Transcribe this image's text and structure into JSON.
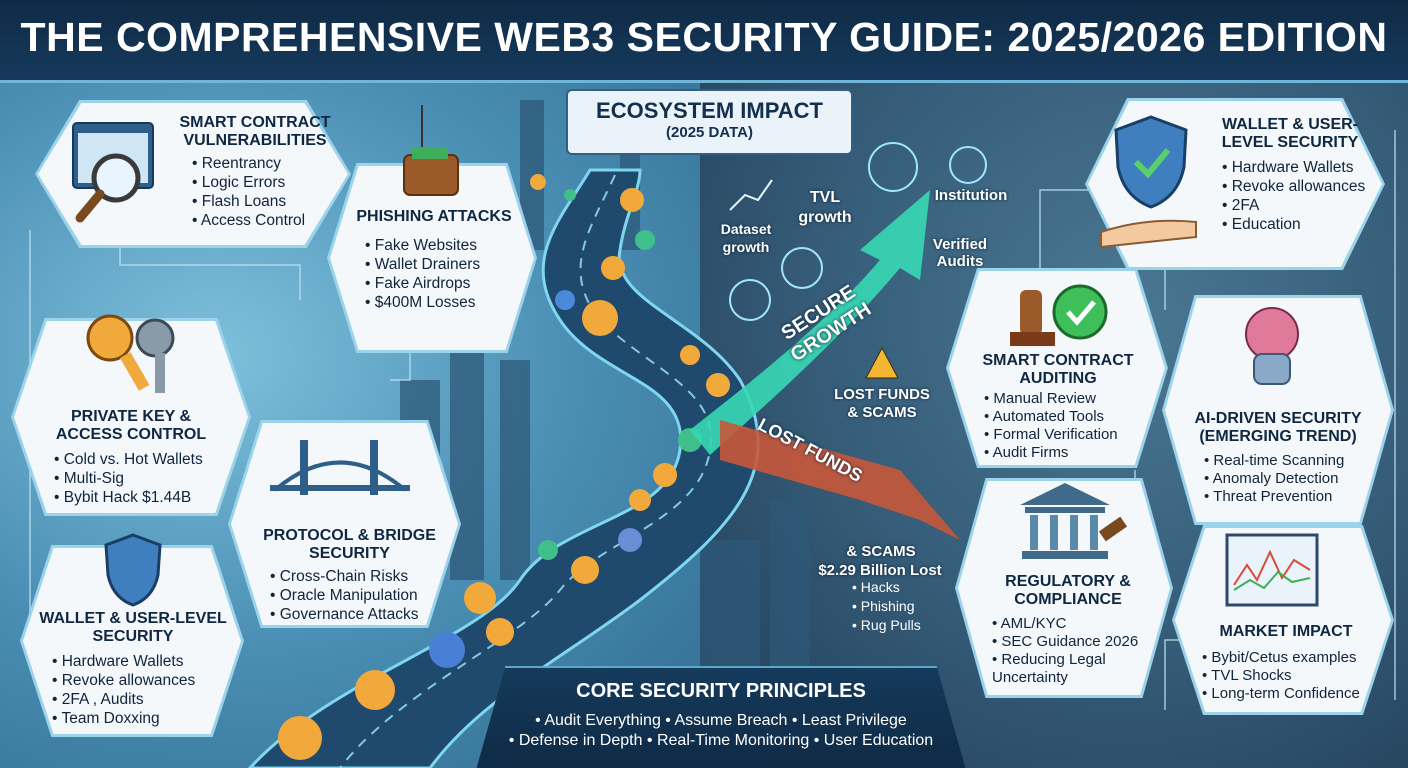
{
  "header": {
    "title": "THE COMPREHENSIVE WEB3 SECURITY GUIDE: 2025/2026 EDITION"
  },
  "cards": {
    "smart_contract_vuln": {
      "title": "SMART CONTRACT VULNERABILITIES",
      "items": [
        "Reentrancy",
        "Logic Errors",
        "Flash Loans",
        "Access Control"
      ]
    },
    "phishing": {
      "title": "PHISHING ATTACKS",
      "items": [
        "Fake Websites",
        "Wallet Drainers",
        "Fake Airdrops",
        "$400M Losses"
      ]
    },
    "private_key": {
      "title": "PRIVATE KEY & ACCESS CONTROL",
      "items": [
        "Cold vs. Hot Wallets",
        "Multi-Sig",
        "Bybit Hack $1.44B"
      ]
    },
    "protocol_bridge": {
      "title": "PROTOCOL & BRIDGE SECURITY",
      "items": [
        "Cross-Chain Risks",
        "Oracle Manipulation",
        "Governance Attacks"
      ]
    },
    "wallet_left": {
      "title": "WALLET & USER-LEVEL SECURITY",
      "items": [
        "Hardware Wallets",
        "Revoke allowances",
        "2FA , Audits",
        "Team Doxxing"
      ]
    },
    "wallet_right": {
      "title": "WALLET & USER-LEVEL SECURITY",
      "items": [
        "Hardware Wallets",
        "Revoke allowances",
        "2FA",
        "Education"
      ]
    },
    "auditing": {
      "title": "SMART CONTRACT AUDITING",
      "items": [
        "Manual Review",
        "Automated Tools",
        "Formal Verification",
        "Audit Firms"
      ]
    },
    "ai_security": {
      "title": "AI-DRIVEN SECURITY (EMERGING TREND)",
      "items": [
        "Real-time Scanning",
        "Anomaly Detection",
        "Threat Prevention"
      ]
    },
    "regulatory": {
      "title": "REGULATORY & COMPLIANCE",
      "items": [
        "AML/KYC",
        "SEC Guidance 2026",
        "Reducing Legal Uncertainty"
      ]
    },
    "market": {
      "title": "MARKET IMPACT",
      "items": [
        "Bybit/Cetus examples",
        "TVL Shocks",
        "Long-term Confidence"
      ]
    }
  },
  "impact": {
    "title": "ECOSYSTEM IMPACT",
    "subtitle": "(2025 DATA)",
    "labels": {
      "dataset_growth": "Dataset growth",
      "tvl_growth": "TVL growth",
      "institution": "Institution",
      "verified_audits": "Verified Audits",
      "secure_growth": "SECURE GROWTH",
      "lost_funds_scams": "LOST FUNDS & SCAMS",
      "lost_funds": "LOST FUNDS",
      "scams_total": "& SCAMS",
      "billion_lost": "$2.29 Billion Lost"
    },
    "loss_items": [
      "Hacks",
      "Phishing",
      "Rug Pulls"
    ]
  },
  "core": {
    "title": "CORE SECURITY PRINCIPLES",
    "line1": "• Audit Everything   • Assume Breach   • Least Privilege",
    "line2": "• Defense in Depth   • Real-Time Monitoring   • User Education"
  },
  "colors": {
    "header_bg": "#0f2a45",
    "card_bg": "#f4f8fb",
    "accent": "#6fb6d9",
    "growth": "#3ee0b0",
    "loss": "#d95a3a"
  }
}
